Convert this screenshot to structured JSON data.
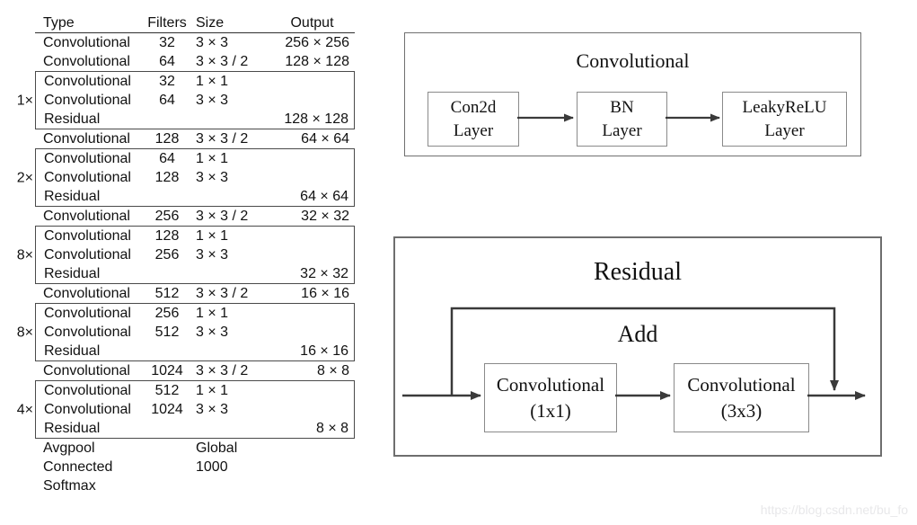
{
  "table": {
    "headers": {
      "type": "Type",
      "filters": "Filters",
      "size": "Size",
      "output": "Output"
    },
    "sections": [
      {
        "boxed": false,
        "multiplier": null,
        "rows": [
          {
            "type": "Convolutional",
            "filters": "32",
            "size": "3 × 3",
            "output": "256 × 256"
          },
          {
            "type": "Convolutional",
            "filters": "64",
            "size": "3 × 3 / 2",
            "output": "128 × 128"
          }
        ]
      },
      {
        "boxed": true,
        "multiplier": "1×",
        "rows": [
          {
            "type": "Convolutional",
            "filters": "32",
            "size": "1 × 1",
            "output": ""
          },
          {
            "type": "Convolutional",
            "filters": "64",
            "size": "3 × 3",
            "output": ""
          },
          {
            "type": "Residual",
            "filters": "",
            "size": "",
            "output": "128 × 128"
          }
        ]
      },
      {
        "boxed": false,
        "multiplier": null,
        "rows": [
          {
            "type": "Convolutional",
            "filters": "128",
            "size": "3 × 3 / 2",
            "output": "64 × 64"
          }
        ]
      },
      {
        "boxed": true,
        "multiplier": "2×",
        "rows": [
          {
            "type": "Convolutional",
            "filters": "64",
            "size": "1 × 1",
            "output": ""
          },
          {
            "type": "Convolutional",
            "filters": "128",
            "size": "3 × 3",
            "output": ""
          },
          {
            "type": "Residual",
            "filters": "",
            "size": "",
            "output": "64 × 64"
          }
        ]
      },
      {
        "boxed": false,
        "multiplier": null,
        "rows": [
          {
            "type": "Convolutional",
            "filters": "256",
            "size": "3 × 3 / 2",
            "output": "32 × 32"
          }
        ]
      },
      {
        "boxed": true,
        "multiplier": "8×",
        "rows": [
          {
            "type": "Convolutional",
            "filters": "128",
            "size": "1 × 1",
            "output": ""
          },
          {
            "type": "Convolutional",
            "filters": "256",
            "size": "3 × 3",
            "output": ""
          },
          {
            "type": "Residual",
            "filters": "",
            "size": "",
            "output": "32 × 32"
          }
        ]
      },
      {
        "boxed": false,
        "multiplier": null,
        "rows": [
          {
            "type": "Convolutional",
            "filters": "512",
            "size": "3 × 3 / 2",
            "output": "16 × 16"
          }
        ]
      },
      {
        "boxed": true,
        "multiplier": "8×",
        "rows": [
          {
            "type": "Convolutional",
            "filters": "256",
            "size": "1 × 1",
            "output": ""
          },
          {
            "type": "Convolutional",
            "filters": "512",
            "size": "3 × 3",
            "output": ""
          },
          {
            "type": "Residual",
            "filters": "",
            "size": "",
            "output": "16 × 16"
          }
        ]
      },
      {
        "boxed": false,
        "multiplier": null,
        "rows": [
          {
            "type": "Convolutional",
            "filters": "1024",
            "size": "3 × 3 / 2",
            "output": "8 × 8"
          }
        ]
      },
      {
        "boxed": true,
        "multiplier": "4×",
        "rows": [
          {
            "type": "Convolutional",
            "filters": "512",
            "size": "1 × 1",
            "output": ""
          },
          {
            "type": "Convolutional",
            "filters": "1024",
            "size": "3 × 3",
            "output": ""
          },
          {
            "type": "Residual",
            "filters": "",
            "size": "",
            "output": "8 × 8"
          }
        ]
      },
      {
        "boxed": false,
        "multiplier": null,
        "rows": [
          {
            "type": "Avgpool",
            "filters": "",
            "size": "Global",
            "output": ""
          },
          {
            "type": "Connected",
            "filters": "",
            "size": "1000",
            "output": ""
          },
          {
            "type": "Softmax",
            "filters": "",
            "size": "",
            "output": ""
          }
        ]
      }
    ]
  },
  "conv_diagram": {
    "title": "Convolutional",
    "boxes": [
      {
        "line1": "Con2d",
        "line2": "Layer"
      },
      {
        "line1": "BN",
        "line2": "Layer"
      },
      {
        "line1": "LeakyReLU",
        "line2": "Layer"
      }
    ]
  },
  "residual_diagram": {
    "title": "Residual",
    "add_label": "Add",
    "boxes": [
      {
        "line1": "Convolutional",
        "line2": "(1x1)"
      },
      {
        "line1": "Convolutional",
        "line2": "(3x3)"
      }
    ]
  },
  "watermark": "https://blog.csdn.net/bu_fo",
  "colors": {
    "arrow_line": "#3a3a3a",
    "box_border": "#8a8a8a",
    "text": "#111111"
  }
}
